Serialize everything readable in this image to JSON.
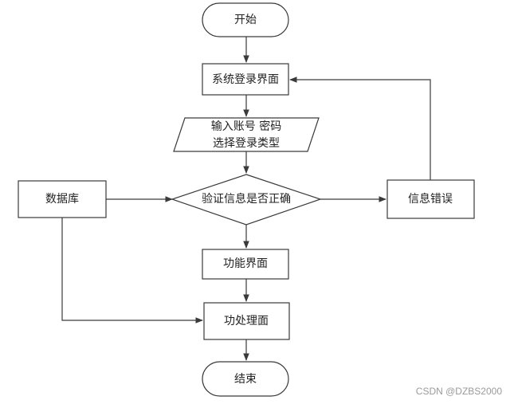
{
  "nodes": {
    "start": "开始",
    "login": "系统登录界面",
    "input_line1": "输入账号 密码",
    "input_line2": "选择登录类型",
    "verify": "验证信息是否正确",
    "error": "信息错误",
    "database": "数据库",
    "function": "功能界面",
    "process": "功处理面",
    "end": "结束"
  },
  "watermark": "CSDN @DZBS2000"
}
